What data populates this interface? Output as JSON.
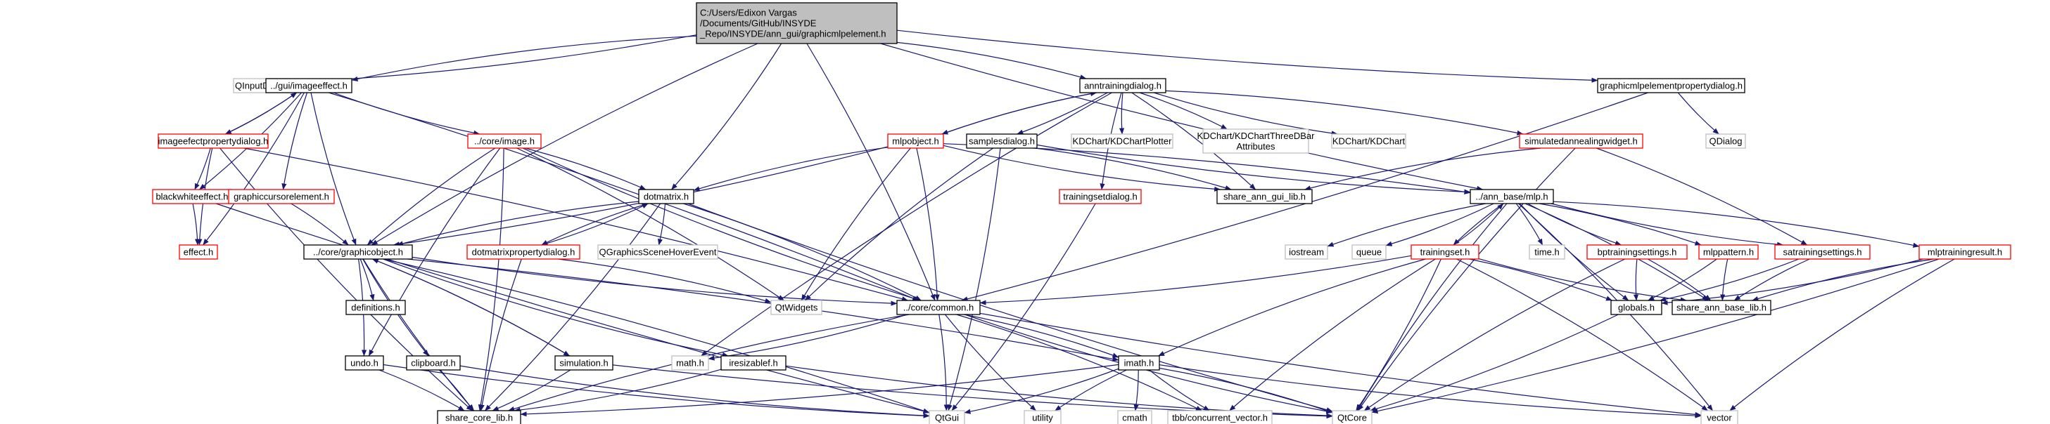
{
  "graph": {
    "root": {
      "id": "root",
      "lines": [
        "C:/Users/Edixon Vargas",
        "/Documents/GitHub/INSYDE",
        "_Repo/INSYDE/ann_gui/graphicmlpelement.h"
      ],
      "style": "root"
    },
    "nodes": [
      {
        "id": "qinputdialog",
        "label": "QInputDialog",
        "style": "gray"
      },
      {
        "id": "gui_imageeffect",
        "label": "../gui/imageeffect.h",
        "style": "black"
      },
      {
        "id": "anntrainingdialog",
        "label": "anntrainingdialog.h",
        "style": "black"
      },
      {
        "id": "graphicmlpelementpropertydialog",
        "label": "graphicmlpelementpropertydialog.h",
        "style": "black"
      },
      {
        "id": "imageefectpropertydialog",
        "label": "imageefectpropertydialog.h",
        "style": "red"
      },
      {
        "id": "core_image",
        "label": "../core/image.h",
        "style": "red"
      },
      {
        "id": "mlpobject",
        "label": "mlpobject.h",
        "style": "red"
      },
      {
        "id": "samplesdialog",
        "label": "samplesdialog.h",
        "style": "black"
      },
      {
        "id": "kdchartplotter",
        "label": "KDChart/KDChartPlotter",
        "style": "gray"
      },
      {
        "id": "kdchartthreedbarattributes",
        "lines": [
          "KDChart/KDChartThreeDBar",
          "Attributes"
        ],
        "style": "gray"
      },
      {
        "id": "kdchart",
        "label": "KDChart/KDChart",
        "style": "gray"
      },
      {
        "id": "simulatedannealingwidget",
        "label": "simulatedannealingwidget.h",
        "style": "red"
      },
      {
        "id": "qdialog",
        "label": "QDialog",
        "style": "gray"
      },
      {
        "id": "blackwhiteeffect",
        "label": "blackwhiteeffect.h",
        "style": "red"
      },
      {
        "id": "graphiccursorelement",
        "label": "graphiccursorelement.h",
        "style": "red"
      },
      {
        "id": "dotmatrix",
        "label": "dotmatrix.h",
        "style": "black"
      },
      {
        "id": "share_ann_gui_lib",
        "label": "share_ann_gui_lib.h",
        "style": "black"
      },
      {
        "id": "trainingsetdialog",
        "label": "trainingsetdialog.h",
        "style": "red"
      },
      {
        "id": "ann_base_mlp",
        "label": "../ann_base/mlp.h",
        "style": "black"
      },
      {
        "id": "effect",
        "label": "effect.h",
        "style": "red"
      },
      {
        "id": "core_graphicobject",
        "label": "../core/graphicobject.h",
        "style": "black"
      },
      {
        "id": "dotmatrixpropertydialog",
        "label": "dotmatrixpropertydialog.h",
        "style": "red"
      },
      {
        "id": "qgraphicsscenehoverevent",
        "label": "QGraphicsSceneHoverEvent",
        "style": "gray"
      },
      {
        "id": "iostream",
        "label": "iostream",
        "style": "gray"
      },
      {
        "id": "queue",
        "label": "queue",
        "style": "gray"
      },
      {
        "id": "trainingset",
        "label": "trainingset.h",
        "style": "red"
      },
      {
        "id": "time_h",
        "label": "time.h",
        "style": "gray"
      },
      {
        "id": "bptrainingsettings",
        "label": "bptrainingsettings.h",
        "style": "red"
      },
      {
        "id": "mlppattern",
        "label": "mlppattern.h",
        "style": "red"
      },
      {
        "id": "satrainingsettings",
        "label": "satrainingsettings.h",
        "style": "red"
      },
      {
        "id": "mlptrainingresult",
        "label": "mlptrainingresult.h",
        "style": "red"
      },
      {
        "id": "definitions",
        "label": "definitions.h",
        "style": "black"
      },
      {
        "id": "qtwidgets",
        "label": "QtWidgets",
        "style": "gray"
      },
      {
        "id": "core_common",
        "label": "../core/common.h",
        "style": "black"
      },
      {
        "id": "globals",
        "label": "globals.h",
        "style": "black"
      },
      {
        "id": "share_ann_base_lib",
        "label": "share_ann_base_lib.h",
        "style": "black"
      },
      {
        "id": "undo",
        "label": "undo.h",
        "style": "black"
      },
      {
        "id": "clipboard",
        "label": "clipboard.h",
        "style": "black"
      },
      {
        "id": "simulation",
        "label": "simulation.h",
        "style": "black"
      },
      {
        "id": "math_h",
        "label": "math.h",
        "style": "gray"
      },
      {
        "id": "iresizablef",
        "label": "iresizablef.h",
        "style": "black"
      },
      {
        "id": "imath",
        "label": "imath.h",
        "style": "black"
      },
      {
        "id": "share_core_lib",
        "label": "share_core_lib.h",
        "style": "black"
      },
      {
        "id": "qtgui",
        "label": "QtGui",
        "style": "gray"
      },
      {
        "id": "utility",
        "label": "utility",
        "style": "gray"
      },
      {
        "id": "cmath",
        "label": "cmath",
        "style": "gray"
      },
      {
        "id": "tbb_concurrent_vector",
        "label": "tbb/concurrent_vector.h",
        "style": "gray"
      },
      {
        "id": "qtcore",
        "label": "QtCore",
        "style": "gray"
      },
      {
        "id": "vector",
        "label": "vector",
        "style": "gray"
      }
    ],
    "edges": [
      [
        "root",
        "qinputdialog"
      ],
      [
        "root",
        "gui_imageeffect"
      ],
      [
        "root",
        "anntrainingdialog"
      ],
      [
        "root",
        "graphicmlpelementpropertydialog"
      ],
      [
        "root",
        "dotmatrix"
      ],
      [
        "root",
        "core_graphicobject"
      ],
      [
        "root",
        "core_common"
      ],
      [
        "root",
        "ann_base_mlp"
      ],
      [
        "gui_imageeffect",
        "imageefectpropertydialog"
      ],
      [
        "gui_imageeffect",
        "core_image"
      ],
      [
        "gui_imageeffect",
        "blackwhiteeffect"
      ],
      [
        "gui_imageeffect",
        "graphiccursorelement"
      ],
      [
        "gui_imageeffect",
        "effect"
      ],
      [
        "gui_imageeffect",
        "core_graphicobject"
      ],
      [
        "gui_imageeffect",
        "core_common"
      ],
      [
        "imageefectpropertydialog",
        "gui_imageeffect"
      ],
      [
        "imageefectpropertydialog",
        "blackwhiteeffect"
      ],
      [
        "imageefectpropertydialog",
        "effect"
      ],
      [
        "imageefectpropertydialog",
        "core_common"
      ],
      [
        "imageefectpropertydialog",
        "share_core_lib"
      ],
      [
        "blackwhiteeffect",
        "effect"
      ],
      [
        "blackwhiteeffect",
        "qtgui"
      ],
      [
        "core_image",
        "dotmatrix"
      ],
      [
        "core_image",
        "core_graphicobject"
      ],
      [
        "core_image",
        "qtwidgets"
      ],
      [
        "core_image",
        "core_common"
      ],
      [
        "core_image",
        "share_core_lib"
      ],
      [
        "core_image",
        "undo"
      ],
      [
        "graphiccursorelement",
        "core_graphicobject"
      ],
      [
        "anntrainingdialog",
        "mlpobject"
      ],
      [
        "anntrainingdialog",
        "samplesdialog"
      ],
      [
        "anntrainingdialog",
        "kdchartplotter"
      ],
      [
        "anntrainingdialog",
        "kdchartthreedbarattributes"
      ],
      [
        "anntrainingdialog",
        "kdchart"
      ],
      [
        "anntrainingdialog",
        "simulatedannealingwidget"
      ],
      [
        "anntrainingdialog",
        "trainingsetdialog"
      ],
      [
        "anntrainingdialog",
        "share_ann_gui_lib"
      ],
      [
        "anntrainingdialog",
        "math_h"
      ],
      [
        "mlpobject",
        "anntrainingdialog"
      ],
      [
        "mlpobject",
        "dotmatrix"
      ],
      [
        "mlpobject",
        "core_graphicobject"
      ],
      [
        "mlpobject",
        "qtwidgets"
      ],
      [
        "mlpobject",
        "core_common"
      ],
      [
        "mlpobject",
        "share_ann_gui_lib"
      ],
      [
        "mlpobject",
        "ann_base_mlp"
      ],
      [
        "samplesdialog",
        "qtwidgets"
      ],
      [
        "samplesdialog",
        "qtgui"
      ],
      [
        "samplesdialog",
        "ann_base_mlp"
      ],
      [
        "samplesdialog",
        "share_ann_gui_lib"
      ],
      [
        "simulatedannealingwidget",
        "share_ann_gui_lib"
      ],
      [
        "simulatedannealingwidget",
        "satrainingsettings"
      ],
      [
        "simulatedannealingwidget",
        "qtcore"
      ],
      [
        "trainingsetdialog",
        "qtgui"
      ],
      [
        "graphicmlpelementpropertydialog",
        "qdialog"
      ],
      [
        "graphicmlpelementpropertydialog",
        "core_common"
      ],
      [
        "dotmatrix",
        "dotmatrixpropertydialog"
      ],
      [
        "dotmatrix",
        "qgraphicsscenehoverevent"
      ],
      [
        "dotmatrix",
        "core_graphicobject"
      ],
      [
        "dotmatrix",
        "core_common"
      ],
      [
        "dotmatrix",
        "qtcore"
      ],
      [
        "dotmatrix",
        "share_core_lib"
      ],
      [
        "dotmatrixpropertydialog",
        "dotmatrix"
      ],
      [
        "dotmatrixpropertydialog",
        "qtwidgets"
      ],
      [
        "dotmatrixpropertydialog",
        "share_core_lib"
      ],
      [
        "core_graphicobject",
        "definitions"
      ],
      [
        "core_graphicobject",
        "core_common"
      ],
      [
        "core_graphicobject",
        "undo"
      ],
      [
        "core_graphicobject",
        "clipboard"
      ],
      [
        "core_graphicobject",
        "simulation"
      ],
      [
        "core_graphicobject",
        "iresizablef"
      ],
      [
        "core_graphicobject",
        "imath"
      ],
      [
        "core_graphicobject",
        "share_core_lib"
      ],
      [
        "core_graphicobject",
        "qtgui"
      ],
      [
        "simulation",
        "core_graphicobject"
      ],
      [
        "simulation",
        "share_core_lib"
      ],
      [
        "simulation",
        "qtcore"
      ],
      [
        "undo",
        "share_core_lib"
      ],
      [
        "undo",
        "qtgui"
      ],
      [
        "clipboard",
        "share_core_lib"
      ],
      [
        "clipboard",
        "qtgui"
      ],
      [
        "iresizablef",
        "share_core_lib"
      ],
      [
        "iresizablef",
        "qtcore"
      ],
      [
        "core_common",
        "qtgui"
      ],
      [
        "core_common",
        "qtcore"
      ],
      [
        "core_common",
        "math_h"
      ],
      [
        "core_common",
        "utility"
      ],
      [
        "core_common",
        "imath"
      ],
      [
        "core_common",
        "vector"
      ],
      [
        "core_common",
        "tbb_concurrent_vector"
      ],
      [
        "core_common",
        "share_core_lib"
      ],
      [
        "imath",
        "qtgui"
      ],
      [
        "imath",
        "utility"
      ],
      [
        "imath",
        "cmath"
      ],
      [
        "imath",
        "tbb_concurrent_vector"
      ],
      [
        "imath",
        "qtcore"
      ],
      [
        "imath",
        "vector"
      ],
      [
        "imath",
        "share_core_lib"
      ],
      [
        "ann_base_mlp",
        "iostream"
      ],
      [
        "ann_base_mlp",
        "queue"
      ],
      [
        "ann_base_mlp",
        "trainingset"
      ],
      [
        "ann_base_mlp",
        "time_h"
      ],
      [
        "ann_base_mlp",
        "bptrainingsettings"
      ],
      [
        "ann_base_mlp",
        "mlppattern"
      ],
      [
        "ann_base_mlp",
        "satrainingsettings"
      ],
      [
        "ann_base_mlp",
        "mlptrainingresult"
      ],
      [
        "ann_base_mlp",
        "globals"
      ],
      [
        "ann_base_mlp",
        "share_ann_base_lib"
      ],
      [
        "ann_base_mlp",
        "qtcore"
      ],
      [
        "ann_base_mlp",
        "vector"
      ],
      [
        "trainingset",
        "ann_base_mlp"
      ],
      [
        "trainingset",
        "core_common"
      ],
      [
        "trainingset",
        "imath"
      ],
      [
        "trainingset",
        "globals"
      ],
      [
        "trainingset",
        "share_ann_base_lib"
      ],
      [
        "trainingset",
        "qtcore"
      ],
      [
        "trainingset",
        "tbb_concurrent_vector"
      ],
      [
        "trainingset",
        "vector"
      ],
      [
        "bptrainingsettings",
        "globals"
      ],
      [
        "bptrainingsettings",
        "share_ann_base_lib"
      ],
      [
        "bptrainingsettings",
        "qtcore"
      ],
      [
        "mlppattern",
        "globals"
      ],
      [
        "mlppattern",
        "share_ann_base_lib"
      ],
      [
        "satrainingsettings",
        "globals"
      ],
      [
        "satrainingsettings",
        "share_ann_base_lib"
      ],
      [
        "mlptrainingresult",
        "globals"
      ],
      [
        "mlptrainingresult",
        "share_ann_base_lib"
      ],
      [
        "mlptrainingresult",
        "qtcore"
      ],
      [
        "mlptrainingresult",
        "vector"
      ],
      [
        "globals",
        "qtcore"
      ]
    ]
  },
  "colors": {
    "root_fill": "#bfbfbf",
    "node_fill": "#ffffff",
    "black_border": "#000000",
    "red_border": "#ff0000",
    "gray_border": "#bfbfbf",
    "edge": "#191970"
  }
}
